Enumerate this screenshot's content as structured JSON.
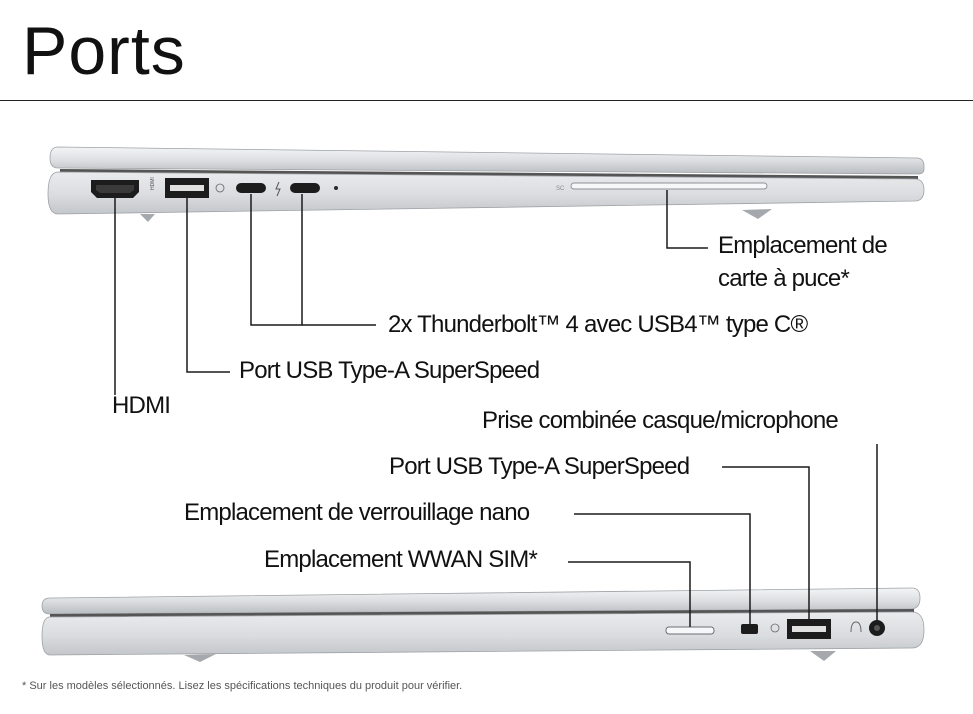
{
  "title": "Ports",
  "labels": {
    "smartcard_line1": "Emplacement de",
    "smartcard_line2": "carte à puce*",
    "thunderbolt": "2x Thunderbolt™ 4 avec USB4™ type C®",
    "usb_a_left": "Port USB Type-A SuperSpeed",
    "hdmi": "HDMI",
    "audio_jack": "Prise combinée casque/microphone",
    "usb_a_right": "Port USB Type-A SuperSpeed",
    "nano_lock": "Emplacement de verrouillage nano",
    "wwan_sim": "Emplacement WWAN SIM*"
  },
  "port_markings": {
    "hdmi": "HDMI",
    "smartcard": "SC"
  },
  "footnote": "* Sur les modèles sélectionnés. Lisez les spécifications techniques du produit pour vérifier.",
  "colors": {
    "chassis": "#d6d8db",
    "chassis_highlight": "#eef0f2",
    "port": "#1c1c1c",
    "text": "#111111"
  },
  "icons": [
    "laptop-left-side",
    "laptop-right-side",
    "hdmi-port-icon",
    "usb-a-port-icon",
    "usb-c-port-icon",
    "smartcard-slot-icon",
    "nano-lock-icon",
    "audio-jack-icon"
  ]
}
